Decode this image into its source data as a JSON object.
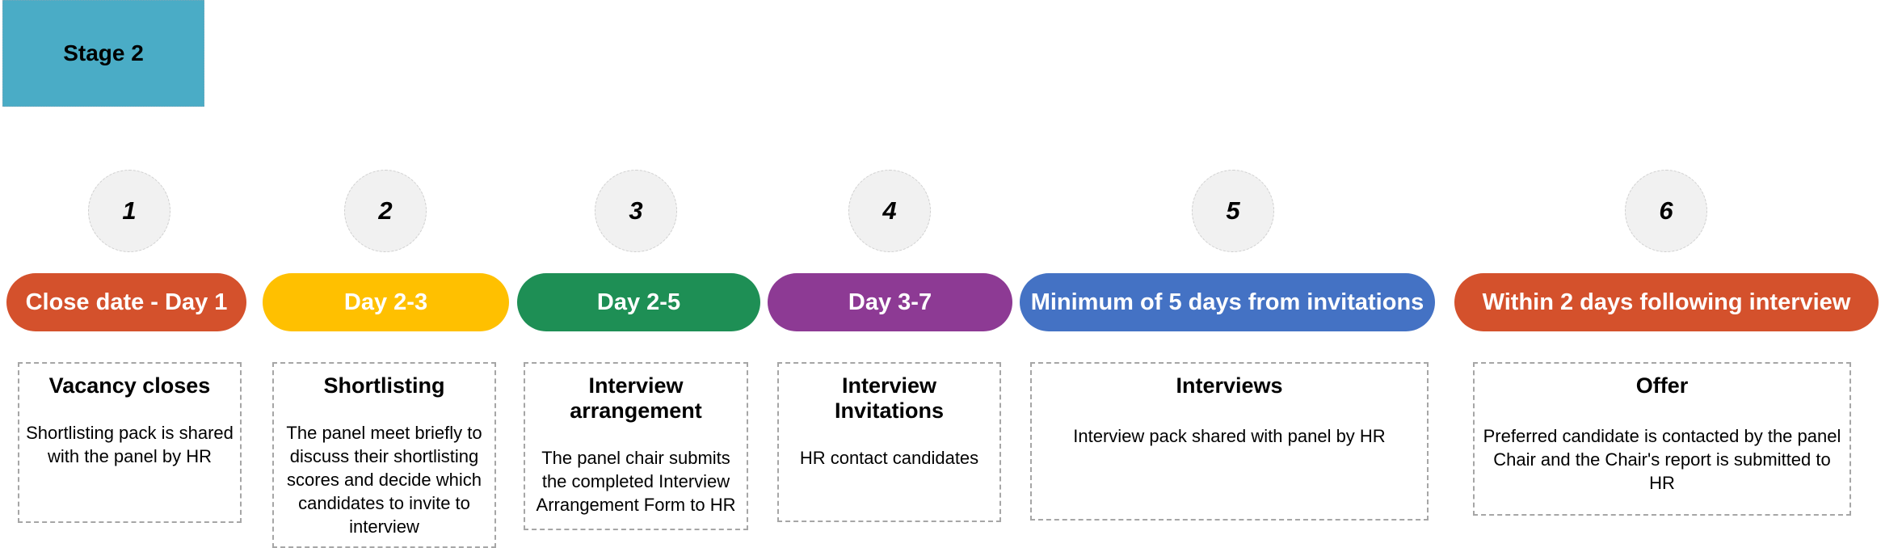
{
  "stage": {
    "label": "Stage 2",
    "fill_color": "#4AACC6"
  },
  "palette": {
    "circle_fill": "#F1F1F1",
    "circle_border": "#CFCFCF",
    "box_border": "#A6A6A6"
  },
  "steps": [
    {
      "number": "1",
      "pill_label": "Close date - Day 1",
      "pill_color": "#D4512C",
      "title": "Vacancy closes",
      "body": "Shortlisting pack is shared with the panel by HR"
    },
    {
      "number": "2",
      "pill_label": "Day 2-3",
      "pill_color": "#FFC000",
      "title": "Shortlisting",
      "body": "The panel meet briefly to discuss their shortlisting scores and decide which candidates to invite to interview"
    },
    {
      "number": "3",
      "pill_label": "Day 2-5",
      "pill_color": "#1E8F55",
      "title": "Interview arrangement",
      "body": "The panel chair submits the completed Interview Arrangement Form to HR"
    },
    {
      "number": "4",
      "pill_label": "Day 3-7",
      "pill_color": "#8D3A94",
      "title": "Interview Invitations",
      "body": "HR contact candidates"
    },
    {
      "number": "5",
      "pill_label": "Minimum of 5 days from invitations",
      "pill_color": "#4472C4",
      "title": "Interviews",
      "body": "Interview pack shared with panel by HR"
    },
    {
      "number": "6",
      "pill_label": "Within 2 days following interview",
      "pill_color": "#D4512C",
      "title": "Offer",
      "body": "Preferred candidate is contacted by the panel Chair and the Chair's report is submitted to HR"
    }
  ]
}
